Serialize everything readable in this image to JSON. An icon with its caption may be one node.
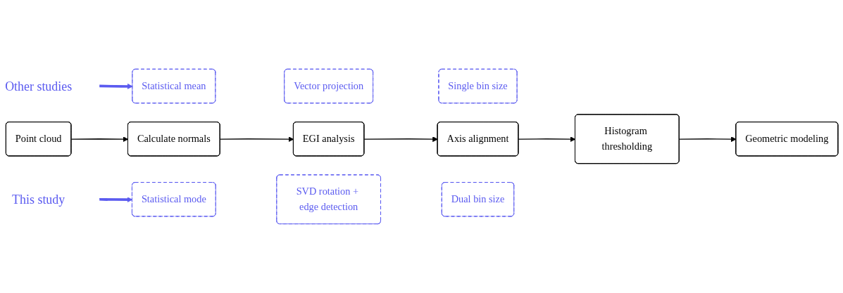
{
  "diagram": {
    "nodes": [
      {
        "text": [
          "Other studies"
        ]
      },
      {
        "text": [
          "Statistical mean"
        ]
      },
      {
        "text": [
          "Vector projection"
        ]
      },
      {
        "text": [
          "Single bin size"
        ]
      },
      {
        "text": [
          "Point cloud"
        ]
      },
      {
        "text": [
          "Calculate normals"
        ]
      },
      {
        "text": [
          "EGI analysis"
        ]
      },
      {
        "text": [
          "Axis alignment"
        ]
      },
      {
        "text": [
          "Histogram thresholding"
        ]
      },
      {
        "text": [
          "Geometric modeling"
        ]
      },
      {
        "text": [
          "This study"
        ]
      },
      {
        "text": [
          "Statistical mode"
        ]
      },
      {
        "text": [
          "SVD rotation + edge detection"
        ]
      },
      {
        "text": [
          "Dual bin size"
        ]
      }
    ],
    "edges": [
      {
        "from": 0,
        "to": 1,
        "arrow": "to",
        "style": "thick",
        "color": "#5b5bf0"
      },
      {
        "from": 4,
        "to": 5,
        "arrow": "to"
      },
      {
        "from": 5,
        "to": 6,
        "arrow": "to"
      },
      {
        "from": 6,
        "to": 7,
        "arrow": "to"
      },
      {
        "from": 7,
        "to": 8,
        "arrow": "to"
      },
      {
        "from": 8,
        "to": 9,
        "arrow": "to"
      },
      {
        "from": 10,
        "to": 11,
        "arrow": "to",
        "style": "thick",
        "color": "#5b5bf0"
      }
    ]
  }
}
